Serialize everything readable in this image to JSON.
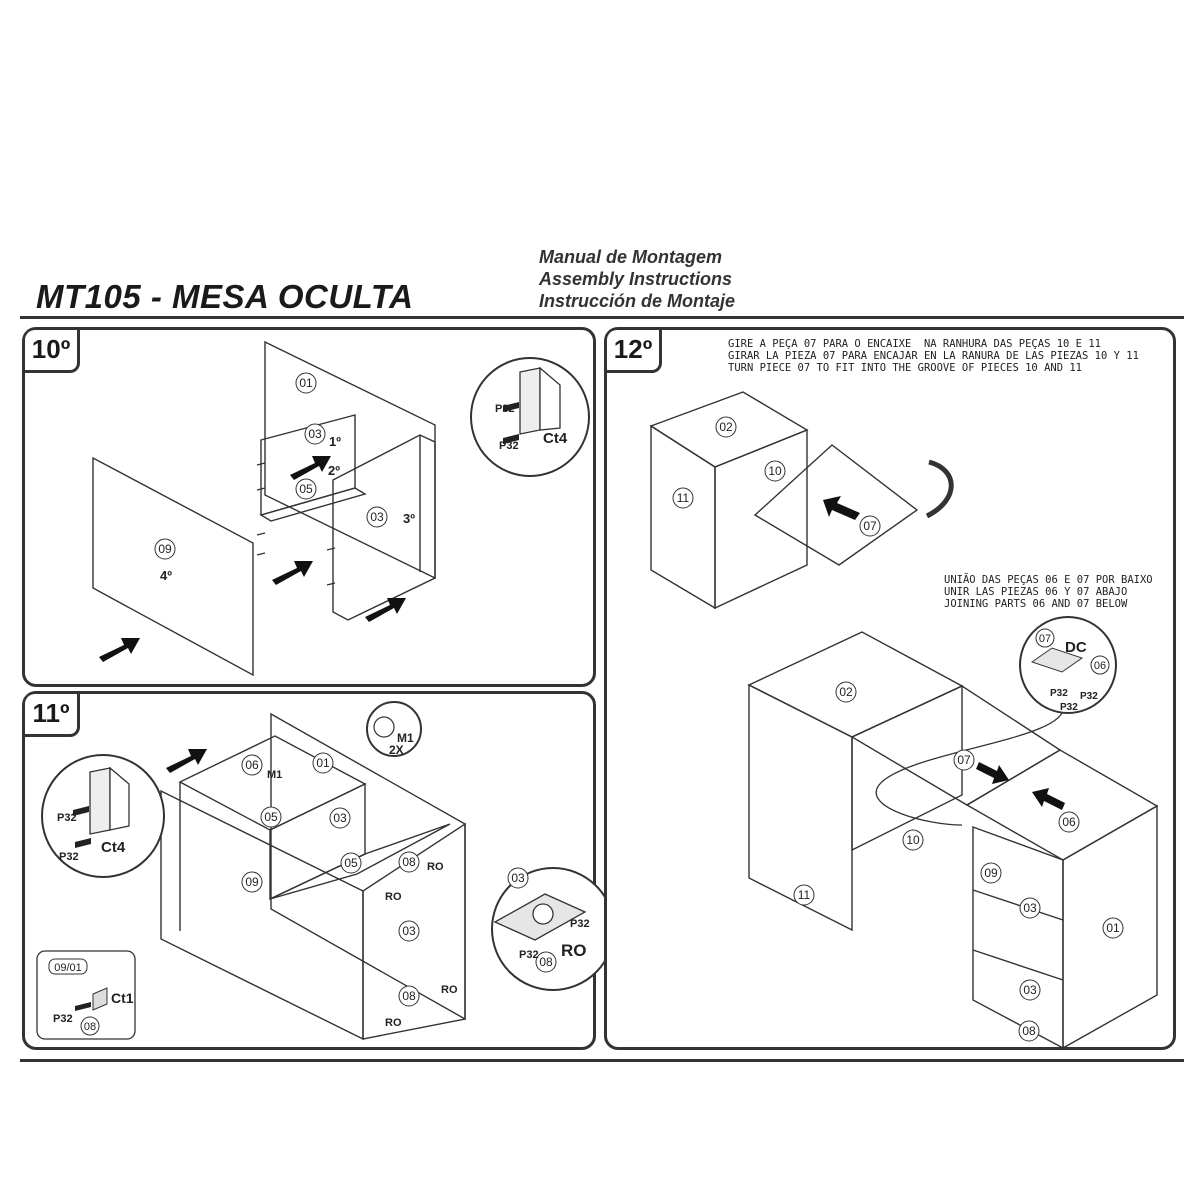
{
  "header": {
    "title": "MT105 - MESA OCULTA",
    "manual": [
      "Manual de Montagem",
      "Assembly Instructions",
      "Instrucción de Montaje"
    ]
  },
  "step10": {
    "number": "10º",
    "parts": {
      "p01": "01",
      "p03a": "03",
      "p05": "05",
      "p03b": "03",
      "p09": "09"
    },
    "order": {
      "o1": "1º",
      "o2": "2º",
      "o3": "3º",
      "o4": "4º"
    },
    "detail": {
      "screw1": "P32",
      "screw2": "P32",
      "bracket": "Ct4"
    }
  },
  "step11": {
    "number": "11º",
    "parts": {
      "p06": "06",
      "p01": "01",
      "p05a": "05",
      "p03a": "03",
      "p05b": "05",
      "p08a": "08",
      "p09": "09",
      "p03b": "03",
      "p08b": "08"
    },
    "labels": {
      "m1": "M1",
      "ro1": "RO",
      "ro2": "RO",
      "ro3": "RO",
      "ro4": "RO"
    },
    "detail_m1": {
      "label": "M1",
      "qty": "2X"
    },
    "detail_ct4": {
      "screw1": "P32",
      "screw2": "P32",
      "bracket": "Ct4"
    },
    "detail_ro": {
      "part_top": "03",
      "screw1": "P32",
      "screw2": "P32",
      "label": "RO",
      "part_bottom": "08"
    },
    "detail_ct1": {
      "tag": "09/01",
      "bracket": "Ct1",
      "screw": "P32",
      "part": "08"
    }
  },
  "step12": {
    "number": "12º",
    "instruction_1": "GIRE A PEÇA 07 PARA O ENCAIXE  NA RANHURA DAS PEÇAS 10 E 11\nGIRAR LA PIEZA 07 PARA ENCAJAR EN LA RANURA DE LAS PIEZAS 10 Y 11\nTURN PIECE 07 TO FIT INTO THE GROOVE OF PIECES 10 AND 11",
    "instruction_2": "UNIÃO DAS PEÇAS 06 E 07 POR BAIXO\nUNIR LAS PIEZAS 06 Y 07 ABAJO\nJOINING PARTS 06 AND 07 BELOW",
    "top_parts": {
      "p02": "02",
      "p10": "10",
      "p11": "11",
      "p07": "07"
    },
    "bottom_parts": {
      "p02": "02",
      "p07": "07",
      "p06": "06",
      "p10": "10",
      "p11": "11",
      "p09": "09",
      "p03a": "03",
      "p03b": "03",
      "p01": "01",
      "p08": "08"
    },
    "detail_dc": {
      "p07": "07",
      "label": "DC",
      "p06": "06",
      "screw1": "P32",
      "screw2": "P32",
      "screw3": "P32"
    }
  }
}
